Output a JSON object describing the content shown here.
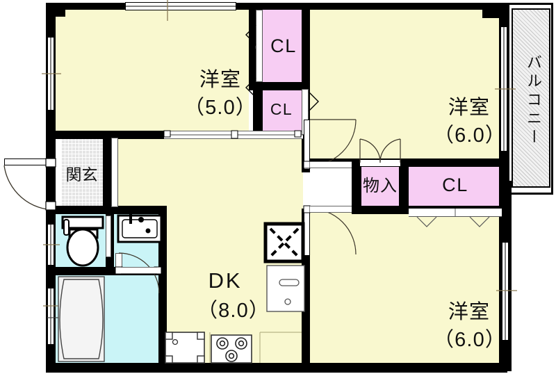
{
  "plan": {
    "type": "japanese-apartment-floor-plan",
    "layout_code": "3DK"
  },
  "rooms": [
    {
      "id": "bed_top_left",
      "name": "洋室",
      "area": "（5.0）"
    },
    {
      "id": "bed_top_right",
      "name": "洋室",
      "area": "（6.0）"
    },
    {
      "id": "bed_bottom_right",
      "name": "洋室",
      "area": "（6.0）"
    },
    {
      "id": "dk",
      "name": "DK",
      "area": "（8.0）"
    }
  ],
  "closets": [
    {
      "id": "cl_top",
      "label": "CL"
    },
    {
      "id": "cl_mid",
      "label": "CL"
    },
    {
      "id": "cl_right",
      "label": "CL"
    },
    {
      "id": "monoire",
      "label": "物入"
    }
  ],
  "service_areas": [
    {
      "id": "genkan",
      "label": "玄\n関"
    },
    {
      "id": "balcony",
      "label": "バルコニー"
    }
  ],
  "fixtures": [
    {
      "id": "toilet",
      "name": "toilet-fixture"
    },
    {
      "id": "washbasin",
      "name": "washbasin-fixture"
    },
    {
      "id": "bathtub",
      "name": "bathtub-fixture"
    },
    {
      "id": "gas-stove",
      "name": "gas-stove-fixture"
    },
    {
      "id": "refrigerator",
      "name": "refrigerator-fixture"
    },
    {
      "id": "washing-machine",
      "name": "washing-machine-fixture"
    },
    {
      "id": "ventilation",
      "name": "ventilation-fixture"
    }
  ],
  "colors": {
    "room_fill": "#f9f8cf",
    "closet_fill": "#f7cdf3",
    "water_fill": "#caf4f7",
    "wall": "#000000",
    "genkan_tile": "#e4e4e4",
    "balcony_hatch": "#f2f2f2"
  }
}
